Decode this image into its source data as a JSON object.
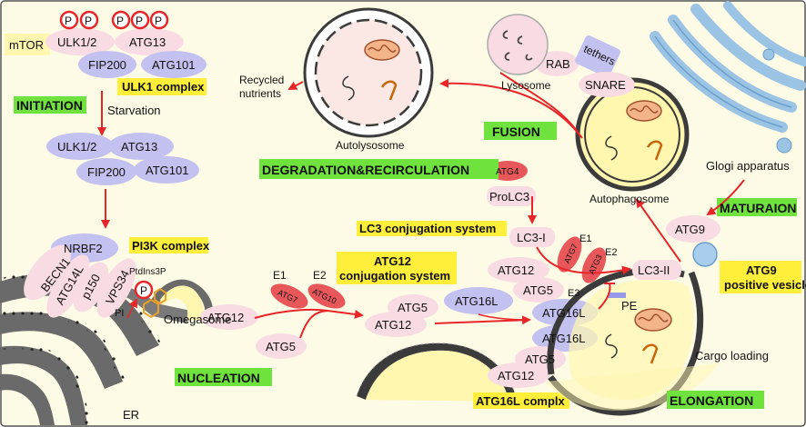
{
  "colors": {
    "background": "#fdfbe6",
    "pink_protein": "#f8dbe3",
    "purple_protein": "#c3c1ef",
    "red_enzyme": "#e8585a",
    "green_label": "#6fe23e",
    "yellow_label": "#ffee3a",
    "arrow": "#e8262a",
    "phosphate_ring": "#e8262a",
    "membrane": "#3b3b3b",
    "golgi": "#9bc3e3"
  },
  "stages": {
    "initiation": "INITIATION",
    "nucleation": "NUCLEATION",
    "elongation": "ELONGATION",
    "maturation": "MATURAION",
    "fusion": "FUSION",
    "degradation": "DEGRADATION&RECIRCULATION"
  },
  "complexes": {
    "ulk1": "ULK1 complex",
    "pi3k": "PI3K complex",
    "atg12_line1": "ATG12",
    "atg12_line2": "conjugation system",
    "lc3": "LC3 conjugation system",
    "atg16l": "ATG16L complx",
    "atg9_line1": "ATG9",
    "atg9_line2": "positive vesicle"
  },
  "proteins": {
    "mtor": "mTOR",
    "ulk12": "ULK1/2",
    "atg13": "ATG13",
    "fip200": "FIP200",
    "atg101": "ATG101",
    "becn1": "BECN1",
    "nrbf2": "NRBF2",
    "atg14l": "ATG14L",
    "p150": "p150",
    "vps34": "VPS34",
    "atg7": "ATG7",
    "atg10": "ATG10",
    "atg3": "ATG3",
    "atg4": "ATG4",
    "atg12": "ATG12",
    "atg5": "ATG5",
    "atg16l": "ATG16L",
    "atg9": "ATG9",
    "prolc3": "ProLC3",
    "lc3i": "LC3-I",
    "lc3ii": "LC3-II",
    "rab": "RAB",
    "snare": "SNARE",
    "tethers": "tethers",
    "pe": "PE",
    "pi": "PI",
    "ptdins3p": "PtdIns3P",
    "phosphate": "P"
  },
  "labels": {
    "starvation": "Starvation",
    "e1": "E1",
    "e2": "E2",
    "e3": "E3",
    "omegasome": "Omegasome",
    "er": "ER",
    "cargo_loading": "Cargo loading",
    "autophagosome": "Autophagosome",
    "autolysosome": "Autolysosome",
    "lysosome": "Lysosome",
    "golgi": "Glogi apparatus",
    "recycled_line1": "Recycled",
    "recycled_line2": "nutrients"
  }
}
